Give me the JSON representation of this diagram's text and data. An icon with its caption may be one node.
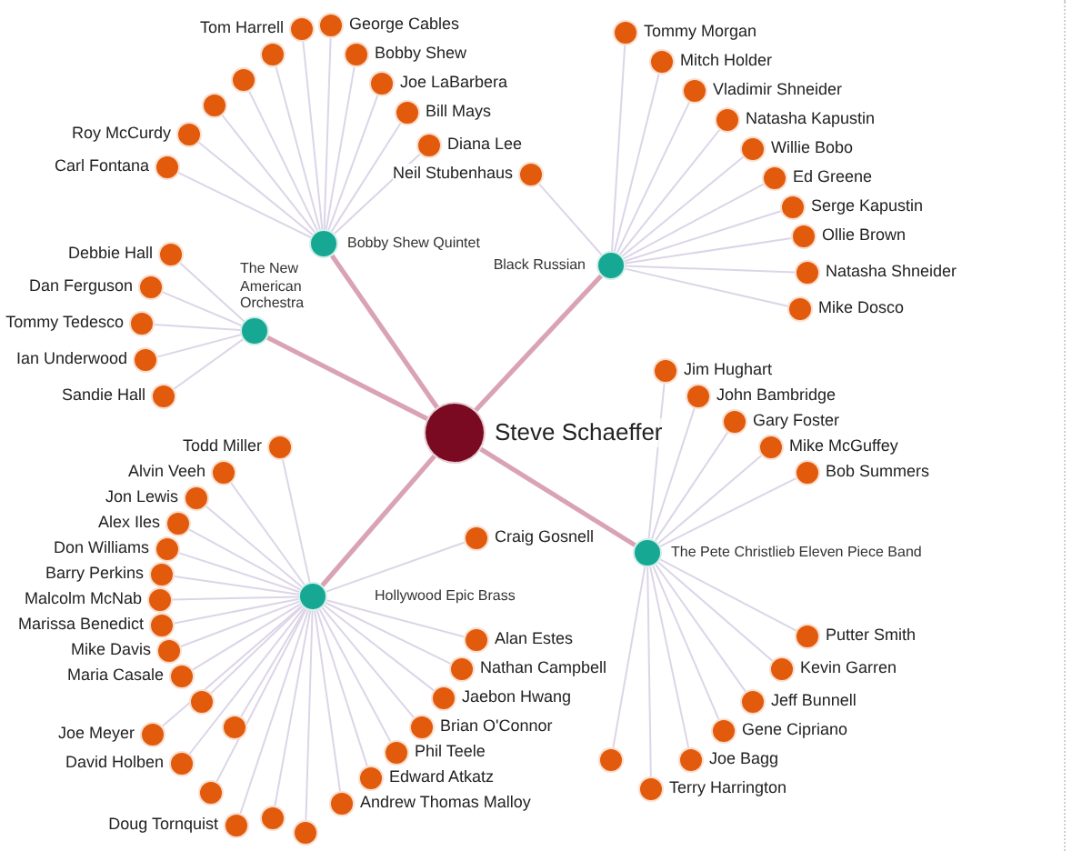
{
  "diagram": {
    "nodes": [
      {
        "text": [
          "Steve Schaeffer"
        ]
      },
      {
        "text": [
          "Bobby Shew Quintet"
        ]
      },
      {
        "text": [
          "The New American Orchestra"
        ]
      },
      {
        "text": [
          "Black Russian"
        ]
      },
      {
        "text": [
          "Hollywood Epic Brass"
        ]
      },
      {
        "text": [
          "The Pete Christlieb Eleven Piece Band"
        ]
      },
      {
        "text": [
          "Tom Harrell"
        ]
      },
      {
        "text": [
          "George Cables"
        ]
      },
      {
        "text": [
          "Bobby Shew"
        ]
      },
      {
        "text": [
          "Joe LaBarbera"
        ]
      },
      {
        "text": [
          "Bill Mays"
        ]
      },
      {
        "text": [
          "Diana Lee"
        ]
      },
      {
        "text": [],
        "shape": "circle"
      },
      {
        "text": [],
        "shape": "circle"
      },
      {
        "text": [],
        "shape": "circle"
      },
      {
        "text": [
          "Roy McCurdy"
        ]
      },
      {
        "text": [
          "Carl Fontana"
        ]
      },
      {
        "text": [
          "Debbie Hall"
        ]
      },
      {
        "text": [
          "Dan Ferguson"
        ]
      },
      {
        "text": [
          "Tommy Tedesco"
        ]
      },
      {
        "text": [
          "Ian Underwood"
        ]
      },
      {
        "text": [
          "Sandie Hall"
        ]
      },
      {
        "text": [
          "Neil Stubenhaus"
        ]
      },
      {
        "text": [
          "Tommy Morgan"
        ]
      },
      {
        "text": [
          "Mitch Holder"
        ]
      },
      {
        "text": [
          "Vladimir Shneider"
        ]
      },
      {
        "text": [
          "Natasha Kapustin"
        ]
      },
      {
        "text": [
          "Willie Bobo"
        ]
      },
      {
        "text": [
          "Ed Greene"
        ]
      },
      {
        "text": [
          "Serge Kapustin"
        ]
      },
      {
        "text": [
          "Ollie Brown"
        ]
      },
      {
        "text": [
          "Natasha Shneider"
        ]
      },
      {
        "text": [
          "Mike Dosco"
        ]
      },
      {
        "text": [
          "Todd Miller"
        ]
      },
      {
        "text": [
          "Alvin Veeh"
        ]
      },
      {
        "text": [
          "Jon Lewis"
        ]
      },
      {
        "text": [
          "Alex Iles"
        ]
      },
      {
        "text": [
          "Don Williams"
        ]
      },
      {
        "text": [
          "Barry Perkins"
        ]
      },
      {
        "text": [
          "Malcolm McNab"
        ]
      },
      {
        "text": [
          "Marissa Benedict"
        ]
      },
      {
        "text": [
          "Mike Davis"
        ]
      },
      {
        "text": [
          "Maria Casale"
        ]
      },
      {
        "text": [],
        "shape": "circle"
      },
      {
        "text": [],
        "shape": "circle"
      },
      {
        "text": [
          "Joe Meyer"
        ]
      },
      {
        "text": [
          "David Holben"
        ]
      },
      {
        "text": [],
        "shape": "circle"
      },
      {
        "text": [
          "Doug Tornquist"
        ]
      },
      {
        "text": [],
        "shape": "circle"
      },
      {
        "text": [],
        "shape": "circle"
      },
      {
        "text": [
          "Andrew Thomas Malloy"
        ]
      },
      {
        "text": [
          "Edward Atkatz"
        ]
      },
      {
        "text": [
          "Phil Teele"
        ]
      },
      {
        "text": [
          "Brian O'Connor"
        ]
      },
      {
        "text": [
          "Jaebon Hwang"
        ]
      },
      {
        "text": [
          "Nathan Campbell"
        ]
      },
      {
        "text": [
          "Alan Estes"
        ]
      },
      {
        "text": [
          "Craig Gosnell"
        ]
      },
      {
        "text": [
          "Jim Hughart"
        ]
      },
      {
        "text": [
          "John Bambridge"
        ]
      },
      {
        "text": [
          "Gary Foster"
        ]
      },
      {
        "text": [
          "Mike McGuffey"
        ]
      },
      {
        "text": [
          "Bob Summers"
        ]
      },
      {
        "text": [
          "Putter Smith"
        ]
      },
      {
        "text": [
          "Kevin Garren"
        ]
      },
      {
        "text": [
          "Jeff Bunnell"
        ]
      },
      {
        "text": [
          "Gene Cipriano"
        ]
      },
      {
        "text": [
          "Joe Bagg"
        ]
      },
      {
        "text": [
          "Terry Harrington"
        ]
      },
      {
        "text": [],
        "shape": "circle"
      }
    ],
    "edges": [
      {
        "from": 0,
        "to": 1,
        "arrow": "none",
        "style": "thick",
        "color": "#d9a3b5"
      },
      {
        "from": 0,
        "to": 2,
        "arrow": "none",
        "style": "thick",
        "color": "#d9a3b5"
      },
      {
        "from": 0,
        "to": 3,
        "arrow": "none",
        "style": "thick",
        "color": "#d9a3b5"
      },
      {
        "from": 0,
        "to": 4,
        "arrow": "none",
        "style": "thick",
        "color": "#d9a3b5"
      },
      {
        "from": 0,
        "to": 5,
        "arrow": "none",
        "style": "thick",
        "color": "#d9a3b5"
      },
      {
        "from": 1,
        "to": 6,
        "arrow": "none"
      },
      {
        "from": 1,
        "to": 7,
        "arrow": "none"
      },
      {
        "from": 1,
        "to": 8,
        "arrow": "none"
      },
      {
        "from": 1,
        "to": 9,
        "arrow": "none"
      },
      {
        "from": 1,
        "to": 10,
        "arrow": "none"
      },
      {
        "from": 1,
        "to": 11,
        "arrow": "none"
      },
      {
        "from": 1,
        "to": 12,
        "arrow": "none"
      },
      {
        "from": 1,
        "to": 13,
        "arrow": "none"
      },
      {
        "from": 1,
        "to": 14,
        "arrow": "none"
      },
      {
        "from": 1,
        "to": 15,
        "arrow": "none"
      },
      {
        "from": 1,
        "to": 16,
        "arrow": "none"
      },
      {
        "from": 2,
        "to": 17,
        "arrow": "none"
      },
      {
        "from": 2,
        "to": 18,
        "arrow": "none"
      },
      {
        "from": 2,
        "to": 19,
        "arrow": "none"
      },
      {
        "from": 2,
        "to": 20,
        "arrow": "none"
      },
      {
        "from": 2,
        "to": 21,
        "arrow": "none"
      },
      {
        "from": 3,
        "to": 22,
        "arrow": "none"
      },
      {
        "from": 3,
        "to": 23,
        "arrow": "none"
      },
      {
        "from": 3,
        "to": 24,
        "arrow": "none"
      },
      {
        "from": 3,
        "to": 25,
        "arrow": "none"
      },
      {
        "from": 3,
        "to": 26,
        "arrow": "none"
      },
      {
        "from": 3,
        "to": 27,
        "arrow": "none"
      },
      {
        "from": 3,
        "to": 28,
        "arrow": "none"
      },
      {
        "from": 3,
        "to": 29,
        "arrow": "none"
      },
      {
        "from": 3,
        "to": 30,
        "arrow": "none"
      },
      {
        "from": 3,
        "to": 31,
        "arrow": "none"
      },
      {
        "from": 3,
        "to": 32,
        "arrow": "none"
      },
      {
        "from": 4,
        "to": 33,
        "arrow": "none"
      },
      {
        "from": 4,
        "to": 34,
        "arrow": "none"
      },
      {
        "from": 4,
        "to": 35,
        "arrow": "none"
      },
      {
        "from": 4,
        "to": 36,
        "arrow": "none"
      },
      {
        "from": 4,
        "to": 37,
        "arrow": "none"
      },
      {
        "from": 4,
        "to": 38,
        "arrow": "none"
      },
      {
        "from": 4,
        "to": 39,
        "arrow": "none"
      },
      {
        "from": 4,
        "to": 40,
        "arrow": "none"
      },
      {
        "from": 4,
        "to": 41,
        "arrow": "none"
      },
      {
        "from": 4,
        "to": 42,
        "arrow": "none"
      },
      {
        "from": 4,
        "to": 43,
        "arrow": "none"
      },
      {
        "from": 4,
        "to": 44,
        "arrow": "none"
      },
      {
        "from": 4,
        "to": 45,
        "arrow": "none"
      },
      {
        "from": 4,
        "to": 46,
        "arrow": "none"
      },
      {
        "from": 4,
        "to": 47,
        "arrow": "none"
      },
      {
        "from": 4,
        "to": 48,
        "arrow": "none"
      },
      {
        "from": 4,
        "to": 49,
        "arrow": "none"
      },
      {
        "from": 4,
        "to": 50,
        "arrow": "none"
      },
      {
        "from": 4,
        "to": 51,
        "arrow": "none"
      },
      {
        "from": 4,
        "to": 52,
        "arrow": "none"
      },
      {
        "from": 4,
        "to": 53,
        "arrow": "none"
      },
      {
        "from": 4,
        "to": 54,
        "arrow": "none"
      },
      {
        "from": 4,
        "to": 55,
        "arrow": "none"
      },
      {
        "from": 4,
        "to": 56,
        "arrow": "none"
      },
      {
        "from": 4,
        "to": 57,
        "arrow": "none"
      },
      {
        "from": 4,
        "to": 58,
        "arrow": "none"
      },
      {
        "from": 5,
        "to": 59,
        "arrow": "none"
      },
      {
        "from": 5,
        "to": 60,
        "arrow": "none"
      },
      {
        "from": 5,
        "to": 61,
        "arrow": "none"
      },
      {
        "from": 5,
        "to": 62,
        "arrow": "none"
      },
      {
        "from": 5,
        "to": 63,
        "arrow": "none"
      },
      {
        "from": 5,
        "to": 64,
        "arrow": "none"
      },
      {
        "from": 5,
        "to": 65,
        "arrow": "none"
      },
      {
        "from": 5,
        "to": 66,
        "arrow": "none"
      },
      {
        "from": 5,
        "to": 67,
        "arrow": "none"
      },
      {
        "from": 5,
        "to": 68,
        "arrow": "none"
      },
      {
        "from": 5,
        "to": 69,
        "arrow": "none"
      },
      {
        "from": 5,
        "to": 70,
        "arrow": "none"
      }
    ]
  }
}
